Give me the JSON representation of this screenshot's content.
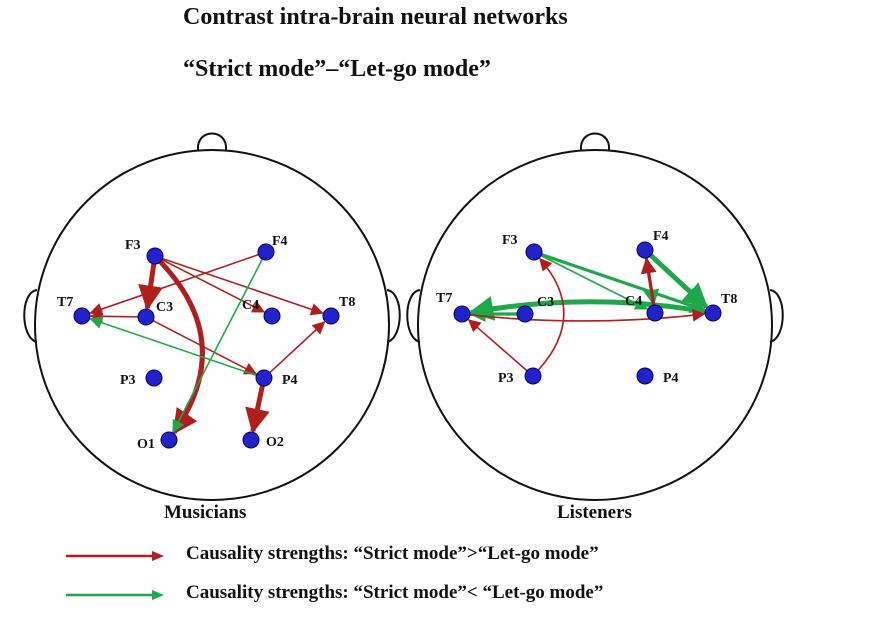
{
  "title_line1": "Contrast intra-brain neural networks",
  "title_line2": "“Strict mode”–“Let-go mode”",
  "colors": {
    "red": "#b01e1e",
    "green": "#1fa84a",
    "electrode": "#2222cc"
  },
  "panels": [
    {
      "name": "Musicians",
      "electrodes": [
        "F3",
        "F4",
        "T7",
        "C3",
        "C4",
        "T8",
        "P3",
        "P4",
        "O1",
        "O2"
      ],
      "connections": [
        {
          "from": "F3",
          "to": "T8",
          "color": "red",
          "strength": "thin"
        },
        {
          "from": "F3",
          "to": "C4",
          "color": "red",
          "strength": "thin"
        },
        {
          "from": "F3",
          "to": "C3",
          "color": "red",
          "strength": "thick"
        },
        {
          "from": "F3",
          "to": "O1",
          "color": "red",
          "strength": "thick"
        },
        {
          "from": "F4",
          "to": "T7",
          "color": "red",
          "strength": "thin"
        },
        {
          "from": "C3",
          "to": "T7",
          "color": "red",
          "strength": "thin"
        },
        {
          "from": "C3",
          "to": "P4",
          "color": "red",
          "strength": "thin"
        },
        {
          "from": "P4",
          "to": "T8",
          "color": "red",
          "strength": "thin"
        },
        {
          "from": "P4",
          "to": "O2",
          "color": "red",
          "strength": "thick"
        },
        {
          "from": "F4",
          "to": "O1",
          "color": "green",
          "strength": "thin"
        },
        {
          "from": "P4",
          "to": "T7",
          "color": "green",
          "strength": "thin"
        }
      ]
    },
    {
      "name": "Listeners",
      "electrodes": [
        "F3",
        "F4",
        "T7",
        "C3",
        "C4",
        "T8",
        "P3",
        "P4"
      ],
      "connections": [
        {
          "from": "F3",
          "to": "T8",
          "color": "green",
          "strength": "medium"
        },
        {
          "from": "F3",
          "to": "C4",
          "color": "green",
          "strength": "thin"
        },
        {
          "from": "F4",
          "to": "C4",
          "color": "green",
          "strength": "medium"
        },
        {
          "from": "F4",
          "to": "T8",
          "color": "green",
          "strength": "thick"
        },
        {
          "from": "C3",
          "to": "T7",
          "color": "green",
          "strength": "medium"
        },
        {
          "from": "T8",
          "to": "T7",
          "color": "green",
          "strength": "thick"
        },
        {
          "from": "C4",
          "to": "F4",
          "color": "red",
          "strength": "medium"
        },
        {
          "from": "T7",
          "to": "T8",
          "color": "red",
          "strength": "thin"
        },
        {
          "from": "P3",
          "to": "F3",
          "color": "red",
          "strength": "thin"
        },
        {
          "from": "P3",
          "to": "T7",
          "color": "red",
          "strength": "thin"
        }
      ]
    }
  ],
  "legend": [
    {
      "color": "red",
      "text": "Causality strengths: “Strict  mode”>“Let-go mode”"
    },
    {
      "color": "green",
      "text": "Causality strengths: “Strict mode”< “Let-go mode”"
    }
  ]
}
